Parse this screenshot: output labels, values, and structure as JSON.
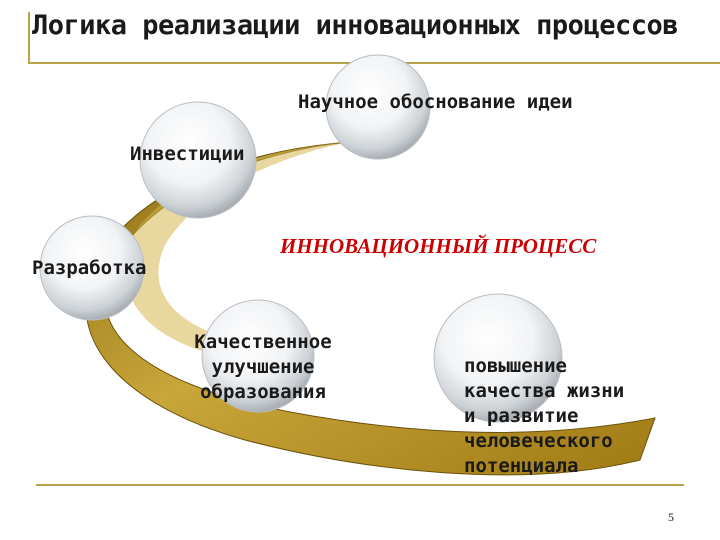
{
  "title": "Логика реализации инновационных процессов",
  "center_label": "ИННОВАЦИОННЫЙ ПРОЦЕСС",
  "nodes": {
    "science": "Научное обоснование идеи",
    "investment": "Инвестиции",
    "development": "Разработка",
    "education": [
      "Качественное",
      "улучшение",
      "образования"
    ],
    "outcome": [
      "повышение",
      "качества жизни",
      "и развитие",
      "человеческого",
      "потенциала"
    ]
  },
  "page_number": "5",
  "colors": {
    "accent_gold": "#b8941e",
    "center_text": "#cc0000",
    "rule": "#b8a24a"
  }
}
